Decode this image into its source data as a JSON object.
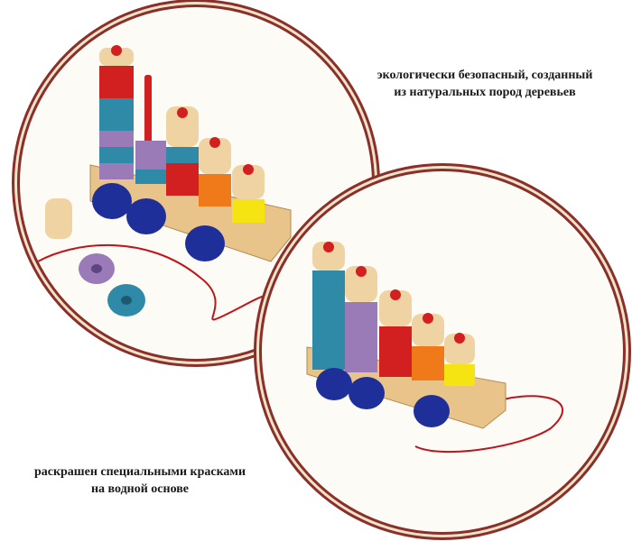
{
  "captions": {
    "top_line1": "экологически безопасный, созданный",
    "top_line2": "из натуральных пород деревьев",
    "bottom_line1": "раскрашен специальными красками",
    "bottom_line2": "на водной основе"
  },
  "colors": {
    "frame": "#8a2f2a",
    "frame_inner": "#efe3c9",
    "wood": "#e8c48a",
    "red": "#d21f1f",
    "orange": "#f07a1a",
    "yellow": "#f5e312",
    "teal": "#2f8aa8",
    "purple": "#9b7ab8",
    "blue": "#1f2f9a",
    "string": "#c0141b"
  }
}
